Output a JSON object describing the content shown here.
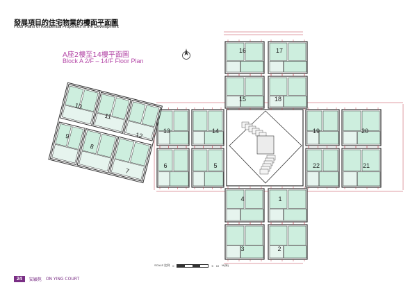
{
  "header": {
    "title_zh": "發展項目的住宅物業的樓面平面圖",
    "title_en": "Floor Plans of Residential Properties in the Development"
  },
  "plan": {
    "title_zh": "A座2樓至14樓平面圖",
    "title_en": "Block A 2/F – 14/F Floor Plan",
    "units": [
      "1",
      "2",
      "3",
      "4",
      "5",
      "6",
      "7",
      "8",
      "9",
      "10",
      "11",
      "12",
      "13",
      "14",
      "15",
      "16",
      "17",
      "18",
      "19",
      "20",
      "21",
      "22"
    ]
  },
  "scale": {
    "label": "SCALE 比例",
    "start": "0",
    "mark": "5",
    "end": "10",
    "unit": "M(米)"
  },
  "footer": {
    "page_number": "24",
    "court_name_zh": "安穎苑",
    "court_name_en": "ON YING COURT"
  },
  "colors": {
    "accent": "#b54aa8",
    "page_badge": "#7a2f85",
    "room_fill": "#cdeede",
    "wet_fill": "#e6f4ee",
    "line": "#333333",
    "dim_line": "#c03a4a"
  }
}
